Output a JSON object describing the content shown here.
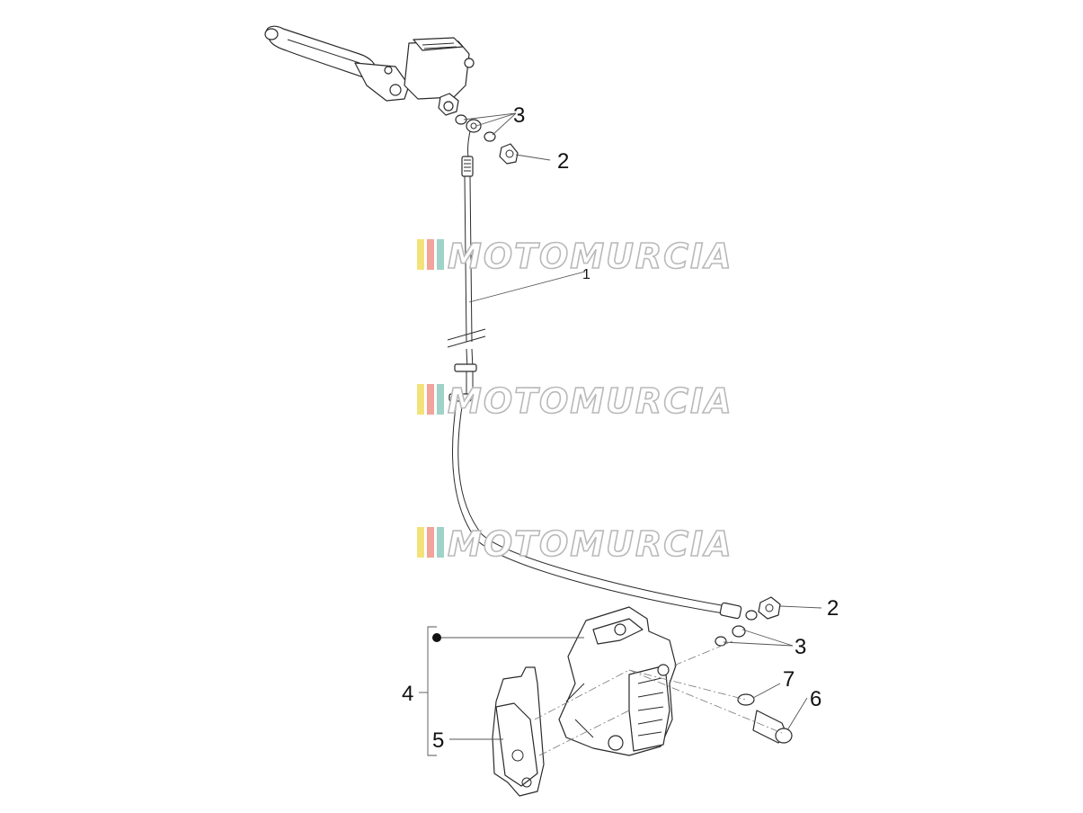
{
  "diagram": {
    "callouts": {
      "c1": "1",
      "c2a": "2",
      "c2b": "2",
      "c3a": "3",
      "c3b": "3",
      "c4": "4",
      "c5": "5",
      "c6": "6",
      "c7": "7"
    },
    "watermark": "MOTOMURCIA",
    "watermark_colors": [
      "#f3e27a",
      "#f2a39a",
      "#9fd3c7"
    ]
  }
}
